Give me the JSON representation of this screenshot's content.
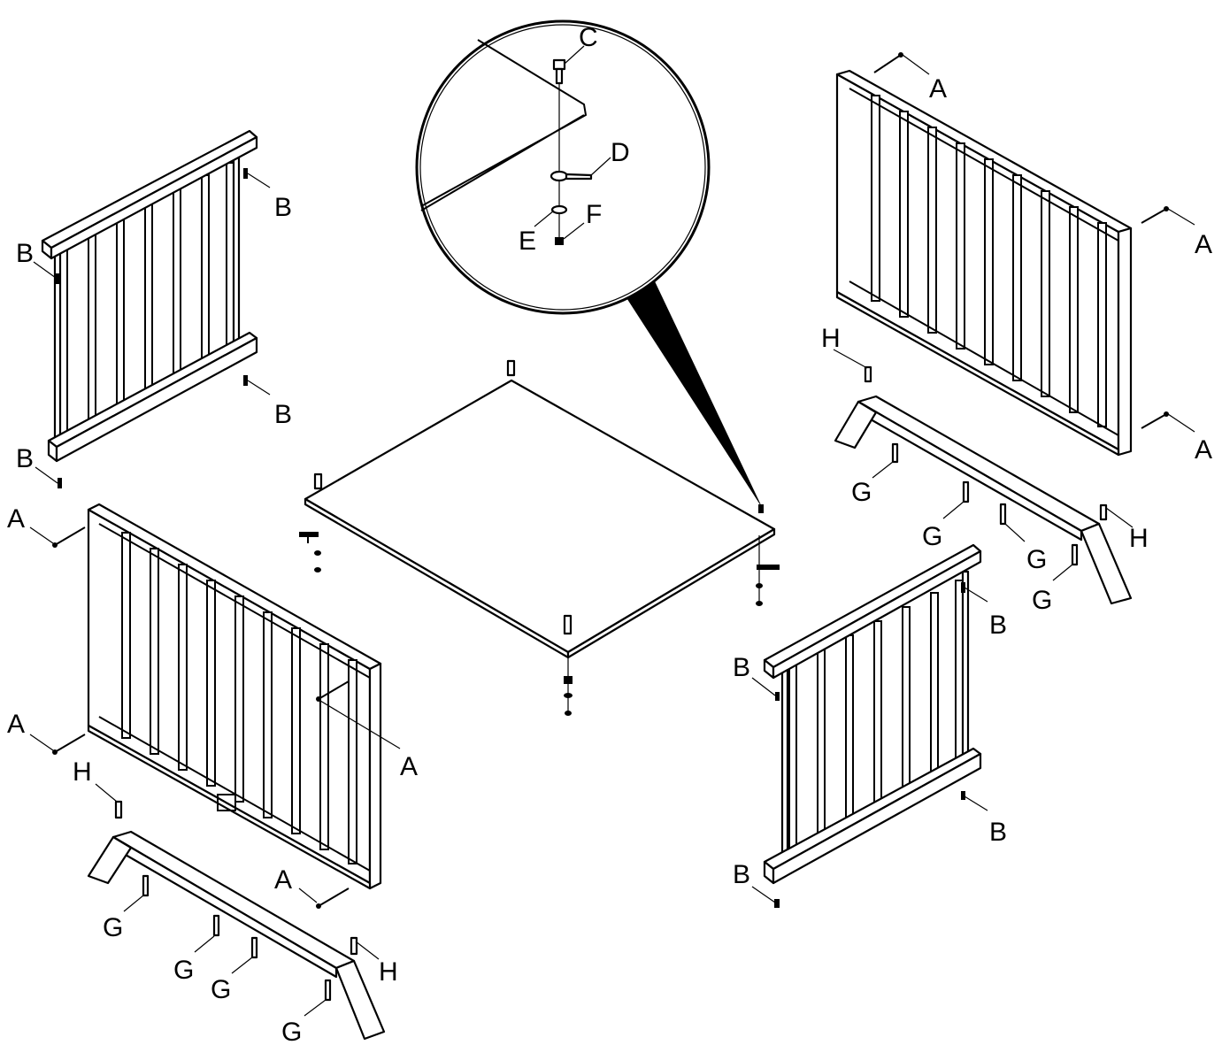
{
  "labels": {
    "a": "A",
    "b": "B",
    "c": "C",
    "d": "D",
    "e": "E",
    "f": "F",
    "g": "G",
    "h": "H"
  }
}
